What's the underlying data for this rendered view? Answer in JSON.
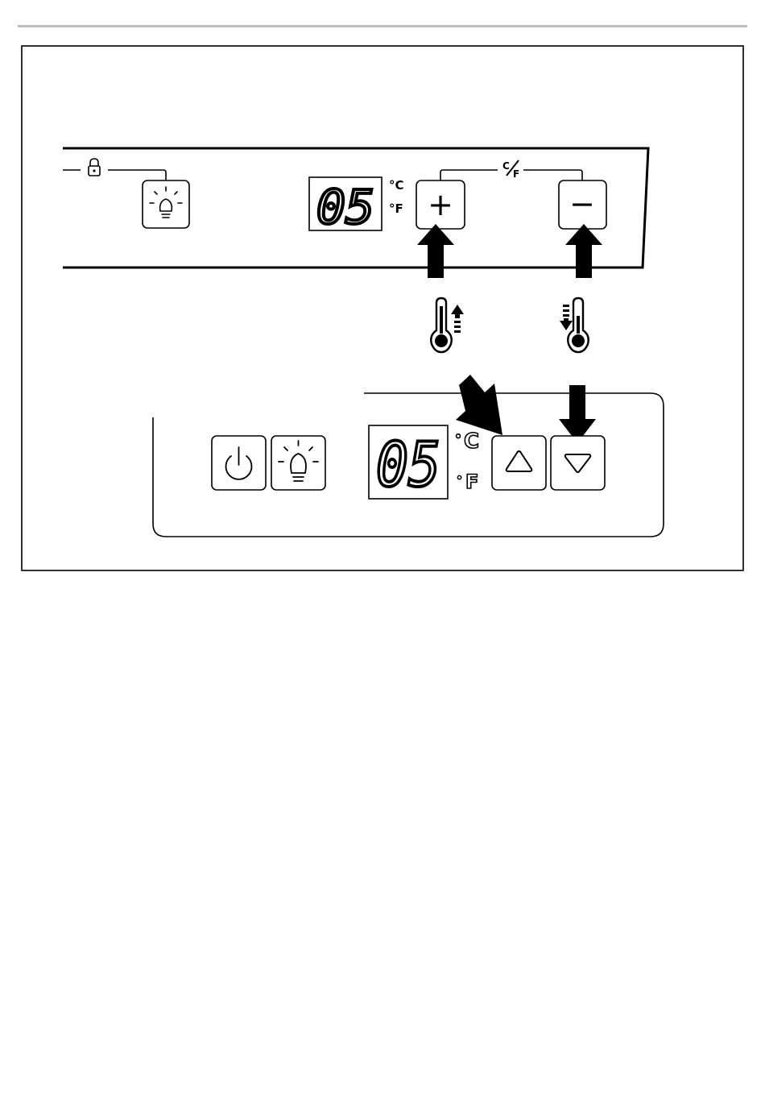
{
  "top_panel": {
    "display_value": "05",
    "unit_c": "°C",
    "unit_f": "°F",
    "cf_c": "C",
    "cf_f": "F",
    "plus_label": "+",
    "minus_label": "−"
  },
  "bottom_panel": {
    "display_value": "05",
    "unit_c_deg": "°",
    "unit_c": "C",
    "unit_f_deg": "°",
    "unit_f": "F"
  },
  "icons": {
    "lock": "padlock-icon",
    "light": "light-bulb-icon",
    "power": "power-icon",
    "temp_up": "thermometer-up-icon",
    "temp_down": "thermometer-down-icon",
    "up": "triangle-up-icon",
    "down": "triangle-down-icon"
  },
  "colors": {
    "ink": "#000000",
    "rule": "#bdbdbd",
    "paper": "#ffffff"
  }
}
